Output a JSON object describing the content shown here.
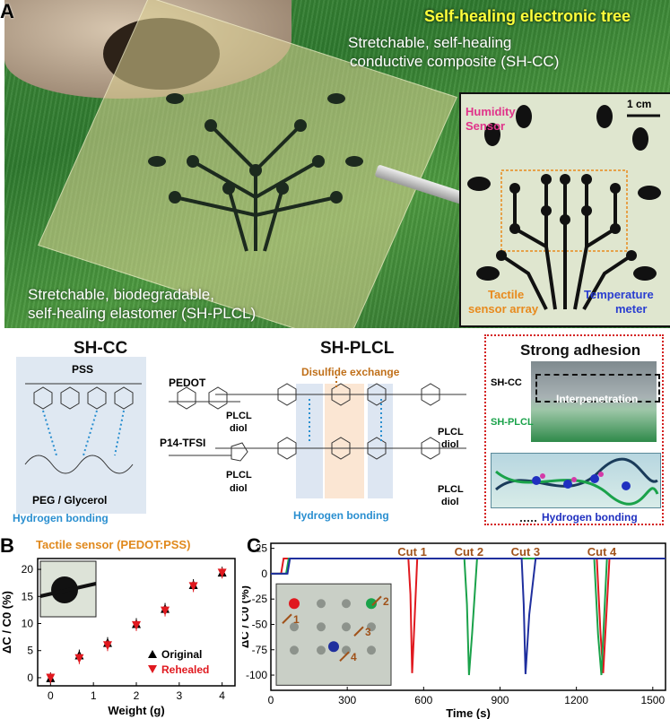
{
  "panel_labels": {
    "a": "A",
    "b": "B",
    "c": "C"
  },
  "photo": {
    "title": "Self-healing electronic tree",
    "sh_cc_label_1": "Stretchable, self-healing",
    "sh_cc_label_2": "conductive composite (SH-CC)",
    "sh_plcl_label_1": "Stretchable, biodegradable,",
    "sh_plcl_label_2": "self-healing elastomer (SH-PLCL)",
    "inset": {
      "scale": "1 cm",
      "humidity_1": "Humidity",
      "humidity_2": "Sensor",
      "tactile_1": "Tactile",
      "tactile_2": "sensor array",
      "temp_1": "Temperature",
      "temp_2": "meter"
    }
  },
  "chem": {
    "shcc_title": "SH-CC",
    "shplcl_title": "SH-PLCL",
    "adhesion_title": "Strong adhesion",
    "pss": "PSS",
    "pedot": "PEDOT",
    "p14": "P14-TFSI",
    "peg": "PEG / Glycerol",
    "hb1": "Hydrogen bonding",
    "disulfide": "Disulfide exchange",
    "plcl_a": "PLCL",
    "diol_a": "diol",
    "plcl_b": "PLCL",
    "diol_b": "diol",
    "plcl_c": "PLCL",
    "diol_c": "diol",
    "plcl_d": "PLCL",
    "diol_d": "diol",
    "hb2": "Hydrogen bonding",
    "adh_shcc": "SH-CC",
    "adh_inter": "Interpenetration",
    "adh_shplcl": "SH-PLCL",
    "adh_hb": "Hydrogen bonding"
  },
  "chart_data": [
    {
      "type": "scatter",
      "title": "Tactile sensor (PEDOT:PSS)",
      "xlabel": "Weight (g)",
      "ylabel": "ΔC / C0 (%)",
      "xlim": [
        -0.3,
        4.3
      ],
      "ylim": [
        -1.5,
        22
      ],
      "xticks": [
        "0",
        "1",
        "2",
        "3",
        "4"
      ],
      "yticks": [
        "0",
        "5",
        "10",
        "15",
        "20"
      ],
      "series": [
        {
          "name": "Original",
          "color": "#000000",
          "marker": "triangle-up",
          "x": [
            0,
            0.67,
            1.33,
            2,
            2.67,
            3.33,
            4
          ],
          "y": [
            0,
            4.2,
            6.5,
            10,
            12.8,
            17.2,
            19.5
          ]
        },
        {
          "name": "Rehealed",
          "color": "#e0191f",
          "marker": "triangle-down",
          "x": [
            0,
            0.67,
            1.33,
            2,
            2.67,
            3.33,
            4
          ],
          "y": [
            -0.1,
            3.5,
            5.9,
            9.6,
            12.3,
            16.8,
            19.3
          ]
        }
      ]
    },
    {
      "type": "line",
      "xlabel": "Time (s)",
      "ylabel": "ΔC / C0 (%)",
      "xlim": [
        0,
        1550
      ],
      "ylim": [
        -115,
        30
      ],
      "xticks": [
        "0",
        "300",
        "600",
        "900",
        "1200",
        "1500"
      ],
      "yticks": [
        "25",
        "0",
        "-25",
        "-50",
        "-75",
        "-100"
      ],
      "annotations": [
        "Cut 1",
        "Cut 2",
        "Cut 3",
        "Cut 4"
      ],
      "inset_cut_labels": [
        "1",
        "2",
        "3",
        "4"
      ],
      "series": [
        {
          "color": "#e0191f",
          "x": [
            0,
            40,
            50,
            540,
            548,
            555,
            562,
            575,
            1280,
            1295,
            1305,
            1330,
            1550
          ],
          "y": [
            0,
            0,
            15,
            15,
            -20,
            -98,
            -60,
            15,
            15,
            -60,
            -98,
            15,
            15
          ]
        },
        {
          "color": "#1aa24a",
          "x": [
            0,
            60,
            70,
            760,
            770,
            778,
            790,
            810,
            1270,
            1285,
            1298,
            1320,
            1550
          ],
          "y": [
            0,
            0,
            15,
            15,
            -30,
            -100,
            -60,
            15,
            15,
            -60,
            -100,
            15,
            15
          ]
        },
        {
          "color": "#1f2f9e",
          "x": [
            0,
            65,
            75,
            985,
            993,
            1000,
            1015,
            1040,
            1550
          ],
          "y": [
            0,
            0,
            15,
            15,
            -30,
            -99,
            -40,
            15,
            15
          ]
        }
      ]
    }
  ]
}
